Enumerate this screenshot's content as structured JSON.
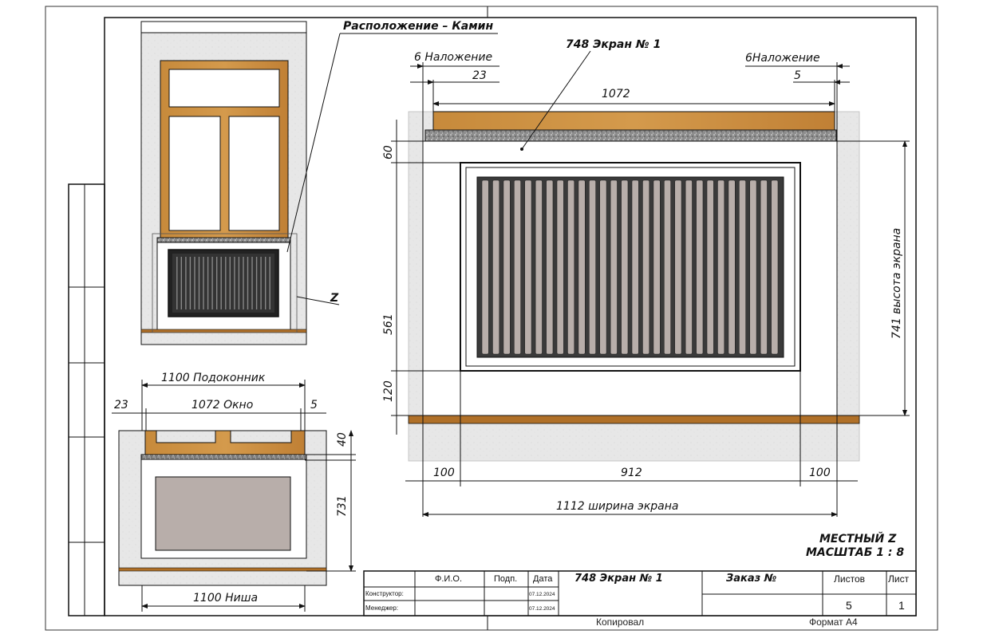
{
  "labels": {
    "location": "Расположение – Камин",
    "screen_name": "748 Экран № 1",
    "overlay_left": "6 Наложение",
    "overlay_right": "6Наложение",
    "z_marker": "Z",
    "local_view_line1": "МЕСТНЫЙ Z",
    "local_view_line2": "МАСШТАБ 1 : 8"
  },
  "dimensions": {
    "d23_top": "23",
    "d5_top": "5",
    "d1072_top": "1072",
    "d60": "60",
    "d561": "561",
    "d120": "120",
    "d741": "741 высота экрана",
    "d100_left": "100",
    "d912": "912",
    "d100_right": "100",
    "d1112": "1112 ширина экрана",
    "sill": "1100 Подоконник",
    "d23_sec": "23",
    "window": "1072 Окно",
    "d5_sec": "5",
    "d40": "40",
    "d731": "731",
    "niche": "1100 Ниша"
  },
  "title_block": {
    "col_fio": "Ф.И.О.",
    "col_sign": "Подп.",
    "col_date": "Дата",
    "constructor": "Конструктор:",
    "manager": "Менеджер:",
    "date1": "07.12.2024",
    "date2": "07.12.2024",
    "title": "748 Экран № 1",
    "order": "Заказ №",
    "sheets_label": "Листов",
    "sheet_label": "Лист",
    "sheets_value": "5",
    "sheet_value": "1",
    "copied": "Копировал",
    "format": "Формат А4"
  },
  "colors": {
    "wood": "#c98d3e",
    "wood_dark": "#a8702a",
    "concrete": "#e6e6e6",
    "granite": "#9a9a9a",
    "panel": "#b8aeaa",
    "screen_dark": "#222222"
  }
}
